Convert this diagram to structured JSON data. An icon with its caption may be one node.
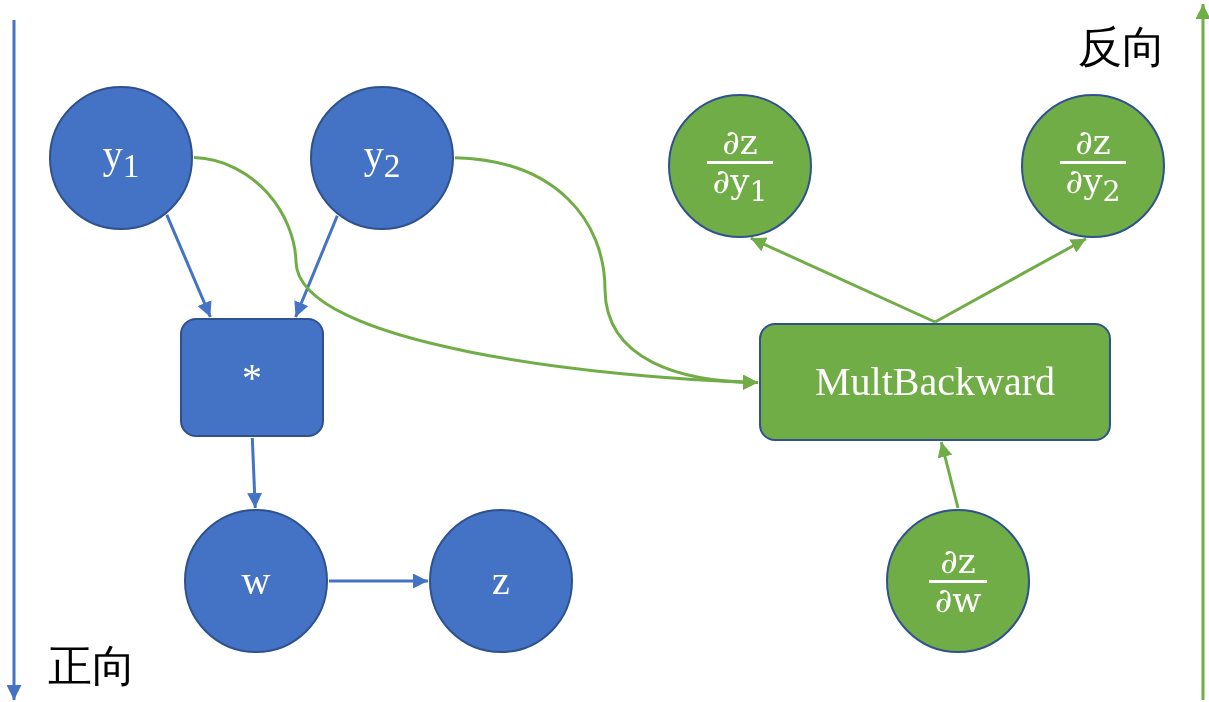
{
  "diagram": {
    "nodes": [
      {
        "text": [
          "y$_{1}$"
        ]
      },
      {
        "text": [
          "y$_{2}$"
        ]
      },
      {
        "text": [
          "*"
        ]
      },
      {
        "text": [
          "w"
        ]
      },
      {
        "text": [
          "z"
        ]
      },
      {
        "text": [
          "MultBackward"
        ]
      },
      {
        "text": [
          "∂z",
          "∂y$_{1}$"
        ]
      },
      {
        "text": [
          "∂z",
          "∂y$_{2}$"
        ]
      },
      {
        "text": [
          "∂z",
          "∂w"
        ]
      }
    ],
    "edges": [
      {
        "from": 0,
        "to": 2,
        "arrow": "to",
        "color": "#4472c4"
      },
      {
        "from": 1,
        "to": 2,
        "arrow": "to",
        "color": "#4472c4"
      },
      {
        "from": 2,
        "to": 3,
        "arrow": "to",
        "color": "#4472c4"
      },
      {
        "from": 3,
        "to": 4,
        "arrow": "to",
        "color": "#4472c4"
      },
      {
        "from": 0,
        "to": 5,
        "arrow": "to"
      },
      {
        "from": 1,
        "to": 5,
        "arrow": "to"
      },
      {
        "from": 5,
        "to": 6,
        "arrow": "to"
      },
      {
        "from": 5,
        "to": 7,
        "arrow": "to"
      },
      {
        "from": 8,
        "to": 5,
        "arrow": "to"
      }
    ],
    "labels": [
      "反向",
      "正向"
    ]
  }
}
